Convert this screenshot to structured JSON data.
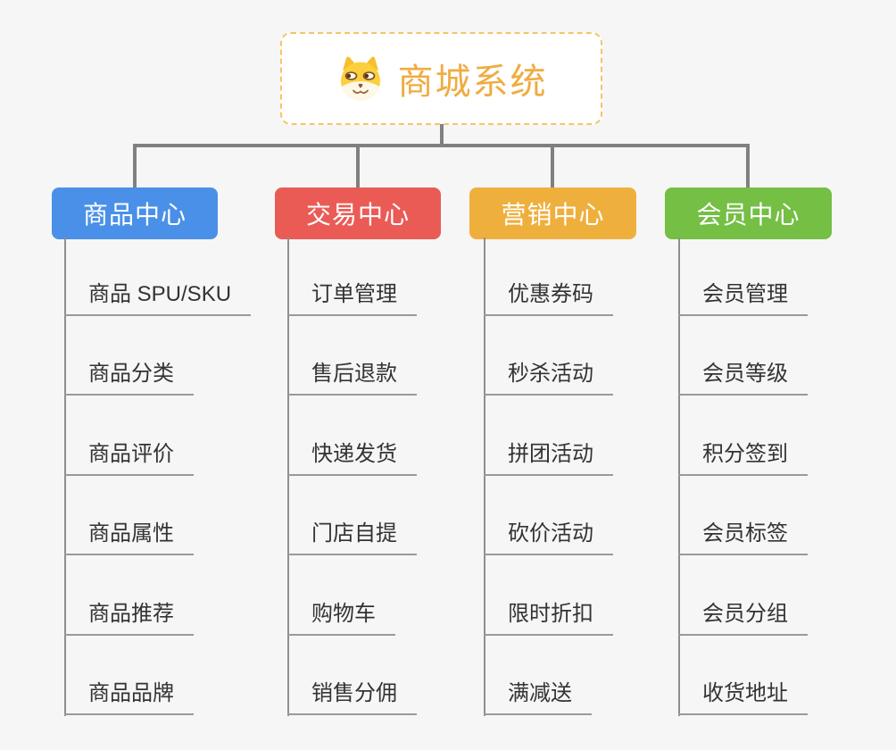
{
  "page": {
    "background_color": "#f6f6f6",
    "connector_color": "#808080",
    "underline_color": "#9a9a9a"
  },
  "root": {
    "title": "商城系统",
    "icon": "doge-dog-icon",
    "title_color": "#efac41",
    "border_color": "#f3c567"
  },
  "mindmap": {
    "branches": [
      {
        "label": "商品中心",
        "color": "#4a90e8",
        "children": [
          "商品 SPU/SKU",
          "商品分类",
          "商品评价",
          "商品属性",
          "商品推荐",
          "商品品牌"
        ]
      },
      {
        "label": "交易中心",
        "color": "#ea5b56",
        "children": [
          "订单管理",
          "售后退款",
          "快递发货",
          "门店自提",
          "购物车",
          "销售分佣"
        ]
      },
      {
        "label": "营销中心",
        "color": "#efaf3d",
        "children": [
          "优惠券码",
          "秒杀活动",
          "拼团活动",
          "砍价活动",
          "限时折扣",
          "满减送"
        ]
      },
      {
        "label": "会员中心",
        "color": "#74bf44",
        "children": [
          "会员管理",
          "会员等级",
          "积分签到",
          "会员标签",
          "会员分组",
          "收货地址"
        ]
      }
    ]
  }
}
